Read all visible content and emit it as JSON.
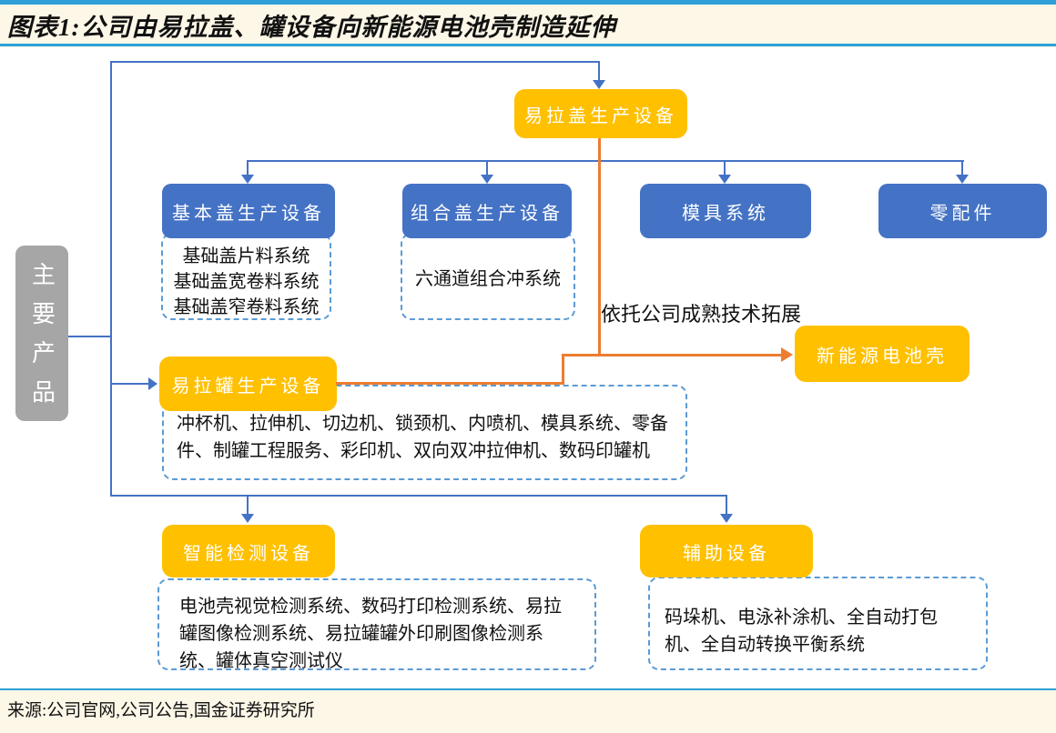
{
  "figure": {
    "title": "图表1:公司由易拉盖、罐设备向新能源电池壳制造延伸",
    "source": "来源:公司官网,公司公告,国金证券研究所"
  },
  "colors": {
    "bg_cream": "#FDF7E7",
    "rule_blue": "#2DA0DA",
    "node_orange": "#FFC000",
    "node_blue": "#4472C4",
    "node_gray": "#A6A6A6",
    "connector_blue": "#4472C4",
    "connector_orange": "#ED7D31",
    "dashed_blue": "#5B9BD5"
  },
  "diagram": {
    "side_label": "主要产品",
    "annotation": "依托公司成熟技术拓展",
    "nodes": {
      "lid_equipment": {
        "label": "易拉盖生产设备"
      },
      "basic_lid": {
        "label": "基本盖生产设备",
        "items": "基础盖片料系统\n基础盖宽卷料系统\n基础盖窄卷料系统"
      },
      "combo_lid": {
        "label": "组合盖生产设备",
        "items": "六通道组合冲系统"
      },
      "mold_system": {
        "label": "模具系统"
      },
      "spare_parts": {
        "label": "零配件"
      },
      "can_equipment": {
        "label": "易拉罐生产设备",
        "items": "冲杯机、拉伸机、切边机、锁颈机、内喷机、模具系统、零备件、制罐工程服务、彩印机、双向双冲拉伸机、数码印罐机"
      },
      "battery_shell": {
        "label": "新能源电池壳"
      },
      "detection": {
        "label": "智能检测设备",
        "items": "电池壳视觉检测系统、数码打印检测系统、易拉罐图像检测系统、易拉罐罐外印刷图像检测系统、罐体真空测试仪"
      },
      "auxiliary": {
        "label": "辅助设备",
        "items": "码垛机、电泳补涂机、全自动打包机、全自动转换平衡系统"
      }
    }
  }
}
